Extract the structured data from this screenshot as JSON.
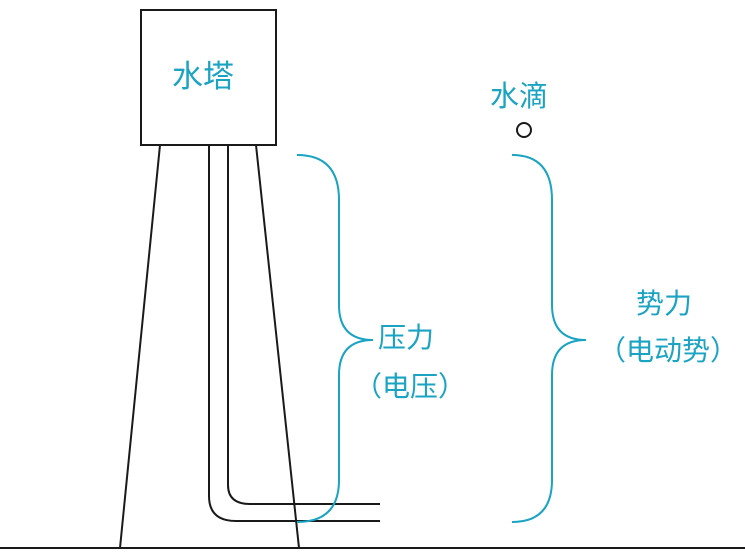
{
  "labels": {
    "tower": "水塔",
    "drop": "水滴",
    "pressure": "压力",
    "pressure_sub": "（电压）",
    "potential": "势力",
    "potential_sub": "（电动势）"
  },
  "colors": {
    "line": "#1a1a1a",
    "accent": "#1aa3c2"
  }
}
